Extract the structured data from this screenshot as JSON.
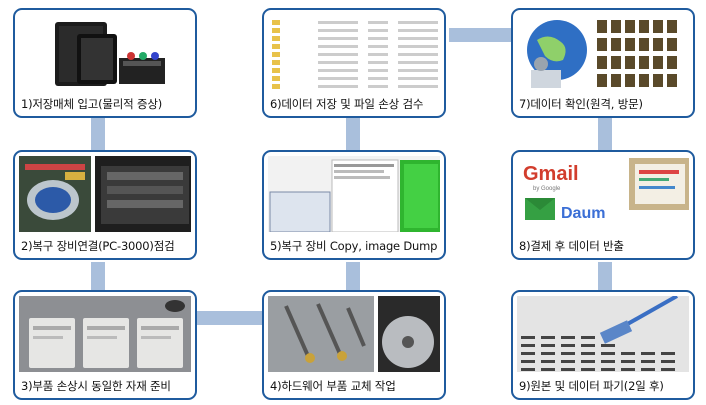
{
  "steps": [
    {
      "id": 1,
      "caption": "1)저장매체 입고(물리적 증상)"
    },
    {
      "id": 2,
      "caption": "2)복구 장비연결(PC-3000)점검"
    },
    {
      "id": 3,
      "caption": "3)부품 손상시 동일한 자재 준비"
    },
    {
      "id": 4,
      "caption": "4)하드웨어 부품 교체 작업"
    },
    {
      "id": 5,
      "caption": "5)복구 장비 Copy, image Dump"
    },
    {
      "id": 6,
      "caption": "6)데이터 저장 및 파일 손상 검수"
    },
    {
      "id": 7,
      "caption": "7)데이터 확인(원격, 방문)"
    },
    {
      "id": 8,
      "caption": "8)결제 후 데이터 반출"
    },
    {
      "id": 9,
      "caption": "9)원본 및 데이터 파기(2일 후)"
    }
  ],
  "logos": {
    "gmail": "Gmail",
    "google": "by Google",
    "daum": "Daum"
  },
  "colors": {
    "border": "#1f5b9e",
    "connector": "#a9bfdc"
  }
}
